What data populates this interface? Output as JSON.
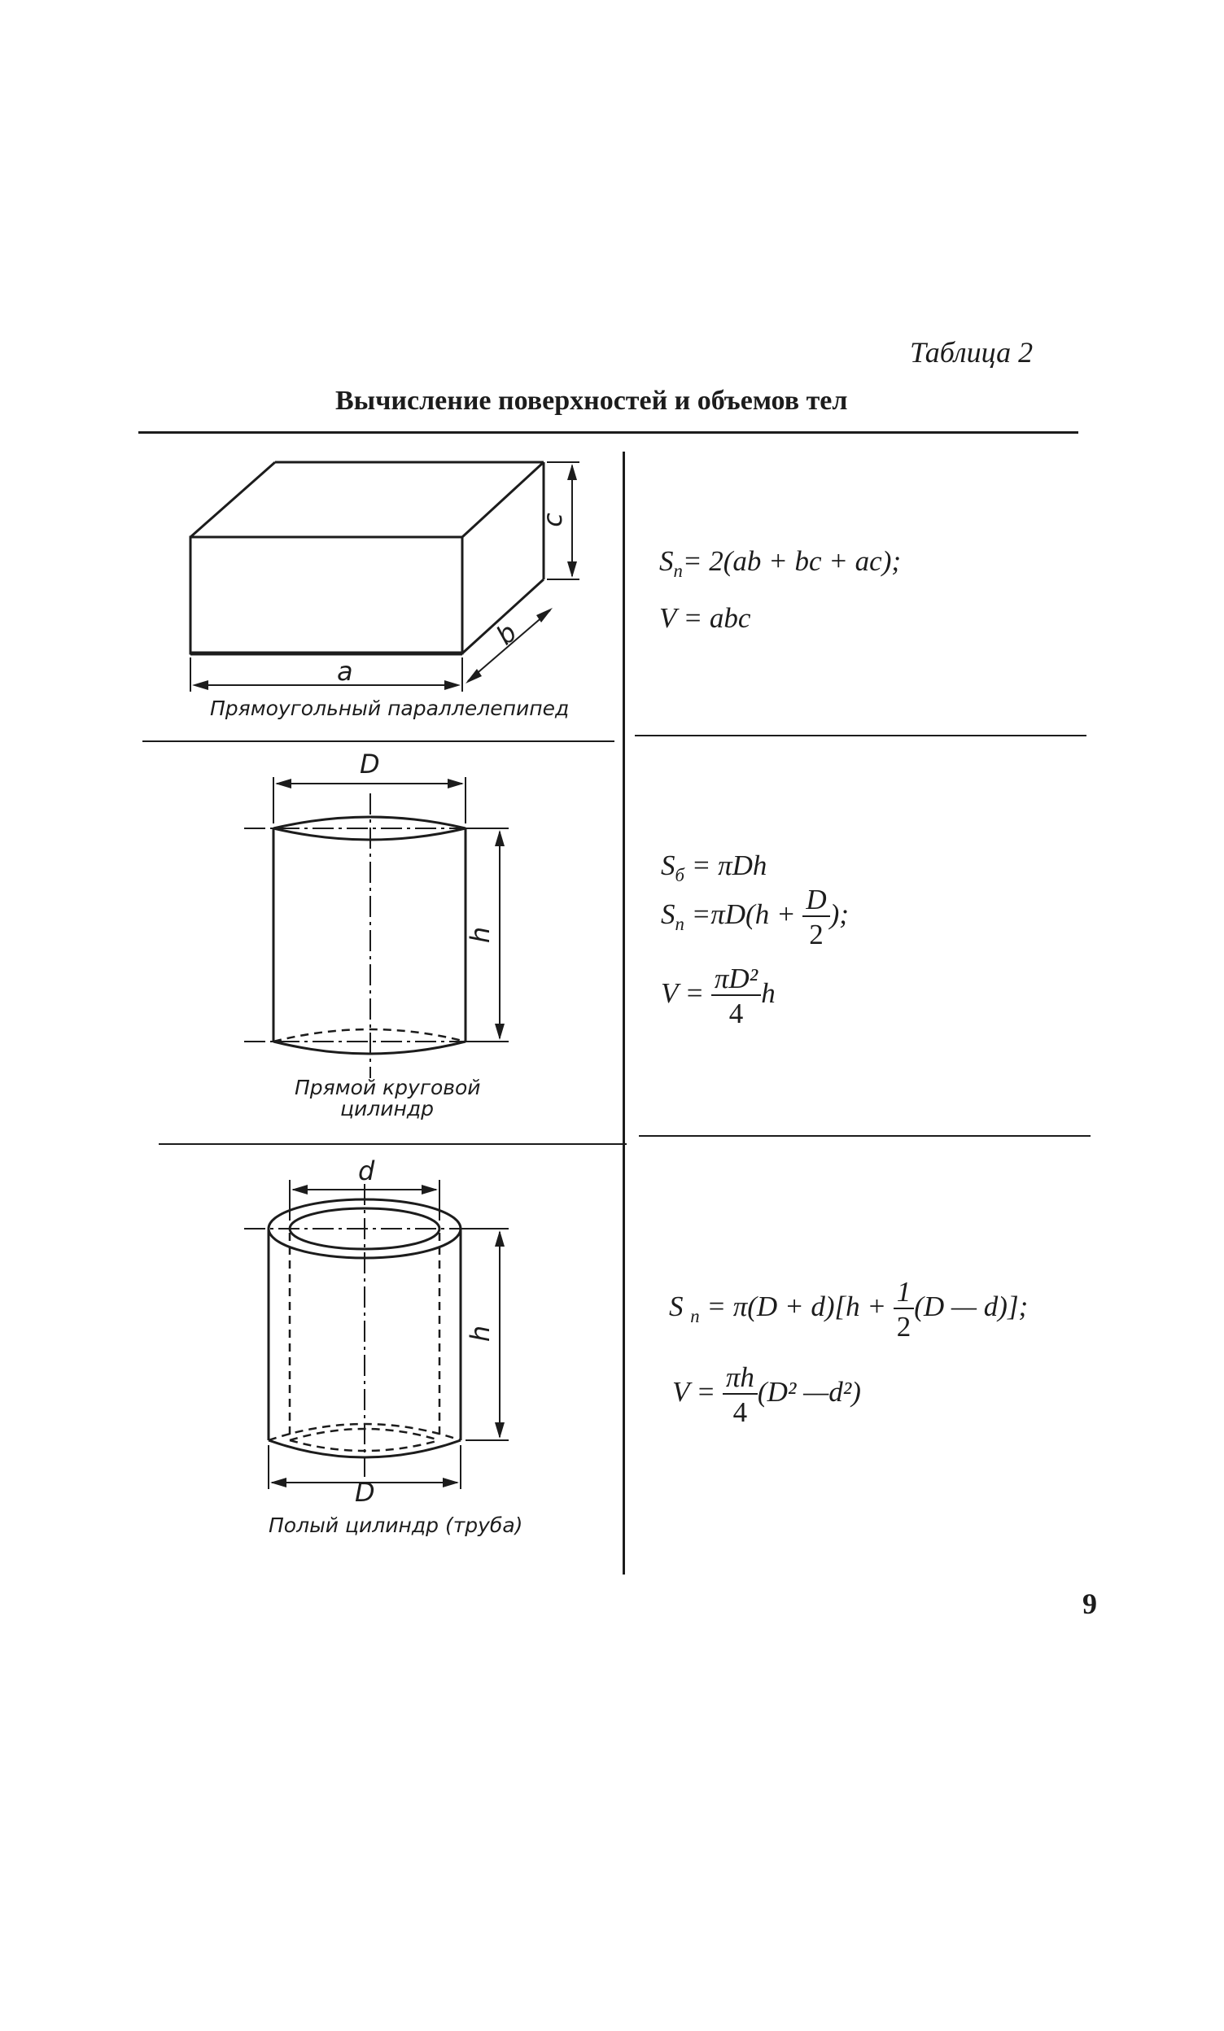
{
  "header": {
    "table_label": "Таблица 2",
    "title": "Вычисление поверхностей и объемов тел"
  },
  "rows": [
    {
      "caption_lines": [
        "Прямоугольный параллелепипед"
      ],
      "dims": {
        "a": "a",
        "b": "b",
        "c": "c"
      },
      "formulas": {
        "sn_lhs": "S",
        "sn_sub": "n",
        "sn_rhs": "= 2(ab + bc + ac);",
        "v_text": "V = abc"
      }
    },
    {
      "caption_lines": [
        "Прямой круговой",
        "цилиндр"
      ],
      "dims": {
        "D": "D",
        "h": "h"
      },
      "formulas": {
        "sb_lhs": "S",
        "sb_sub": "б",
        "sb_rhs": "= πDh",
        "sn_lhs": "S",
        "sn_sub": "n",
        "sn_mid": "=πD(h +",
        "sn_num": "D",
        "sn_den": "2",
        "sn_end": ");",
        "v_lhs": "V =",
        "v_num": "πD²",
        "v_den": "4",
        "v_end": "h"
      }
    },
    {
      "caption_lines": [
        "Полый цилиндр (труба)"
      ],
      "dims": {
        "d": "d",
        "h": "h",
        "D": "D"
      },
      "formulas": {
        "sn_lhs": "S",
        "sn_sub": "n",
        "sn_mid": "= π(D + d)[h +",
        "sn_num": "1",
        "sn_den": "2",
        "sn_end": "(D — d)];",
        "v_lhs": "V =",
        "v_num": "πh",
        "v_den": "4",
        "v_end": "(D² —d²)"
      }
    }
  ],
  "footer": {
    "page_number": "9"
  }
}
